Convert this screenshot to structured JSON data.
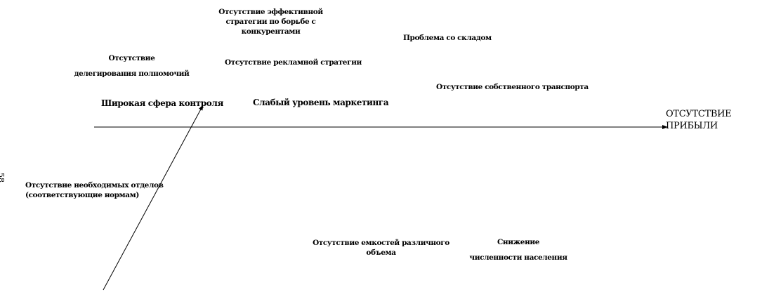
{
  "diagram": {
    "effect": {
      "line1": "ОТСУТСТВИЕ",
      "line2": "ПРИБЫЛИ"
    },
    "page_number": "58",
    "causes": {
      "no_effective_strategy": {
        "line1": "Отсутствие эффективной",
        "line2": "стратегии по борьбе с",
        "line3": "конкурентами"
      },
      "warehouse_problem": "Проблема со складом",
      "no_delegation": {
        "line1": "Отсутствие",
        "line2": "делегирования полномочий"
      },
      "no_ad_strategy": "Отсутствие рекламной стратегии",
      "no_transport": "Отсутствие собственного транспорта",
      "wide_control": "Широкая сфера контроля",
      "weak_marketing": "Слабый уровень маркетинга",
      "no_departments": {
        "line1": "Отсутствие необходимых отделов",
        "line2": "(соответствующие нормам)"
      },
      "no_containers": {
        "line1": "Отсутствие емкостей различного",
        "line2": "объема"
      },
      "population_decline": {
        "line1": "Снижение",
        "line2": "численности населения"
      }
    }
  }
}
